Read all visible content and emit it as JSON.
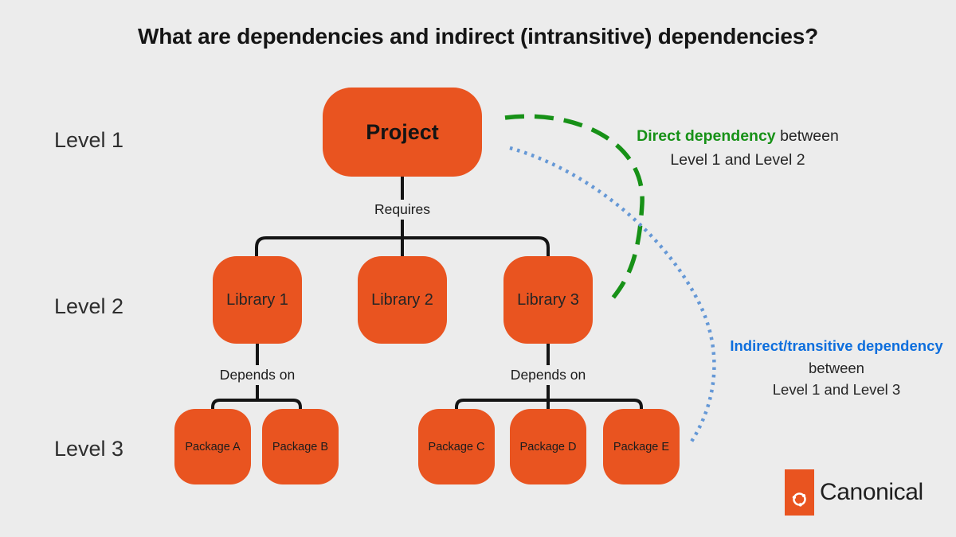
{
  "title": "What are dependencies and indirect (intransitive) dependencies?",
  "levels": [
    {
      "label": "Level 1"
    },
    {
      "label": "Level 2"
    },
    {
      "label": "Level 3"
    }
  ],
  "nodes": {
    "project": {
      "label": "Project"
    },
    "library1": {
      "label": "Library 1"
    },
    "library2": {
      "label": "Library 2"
    },
    "library3": {
      "label": "Library 3"
    },
    "packageA": {
      "label": "Package A"
    },
    "packageB": {
      "label": "Package B"
    },
    "packageC": {
      "label": "Package C"
    },
    "packageD": {
      "label": "Package D"
    },
    "packageE": {
      "label": "Package E"
    }
  },
  "edges": {
    "requires": "Requires",
    "depends_left": "Depends on",
    "depends_right": "Depends on"
  },
  "annotations": {
    "direct": {
      "highlight": "Direct dependency",
      "rest": "between",
      "line2": "Level 1 and Level 2"
    },
    "indirect": {
      "highlight": "Indirect/transitive dependency",
      "line2": "between",
      "line3": "Level 1 and Level 3"
    }
  },
  "branding": {
    "name": "Canonical",
    "logo": "ubuntu-circle-of-friends-icon"
  },
  "colors": {
    "background": "#ececec",
    "node_orange": "#E95420",
    "tree_line": "#141414",
    "direct_green": "#179117",
    "indirect_blue_text": "#0d6edd",
    "indirect_blue_dots": "#6598d6"
  }
}
